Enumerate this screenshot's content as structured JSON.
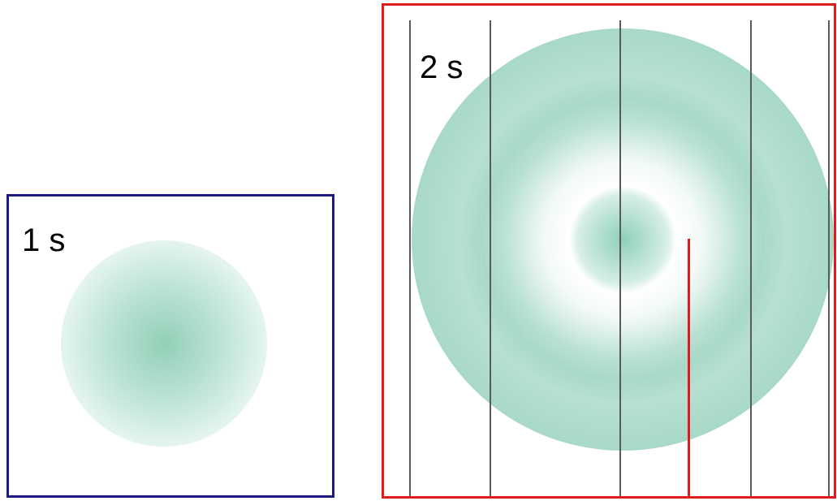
{
  "panels": {
    "one_second": {
      "label": "1 s",
      "border_color": "#1a1a80"
    },
    "two_seconds": {
      "label": "2 s",
      "border_color": "#e01b1b",
      "vertical_line_count": 5
    }
  },
  "colors": {
    "wave_green": "#a8d9c7",
    "marker_red": "#e01b1b",
    "line_gray": "#5a5a5a"
  }
}
